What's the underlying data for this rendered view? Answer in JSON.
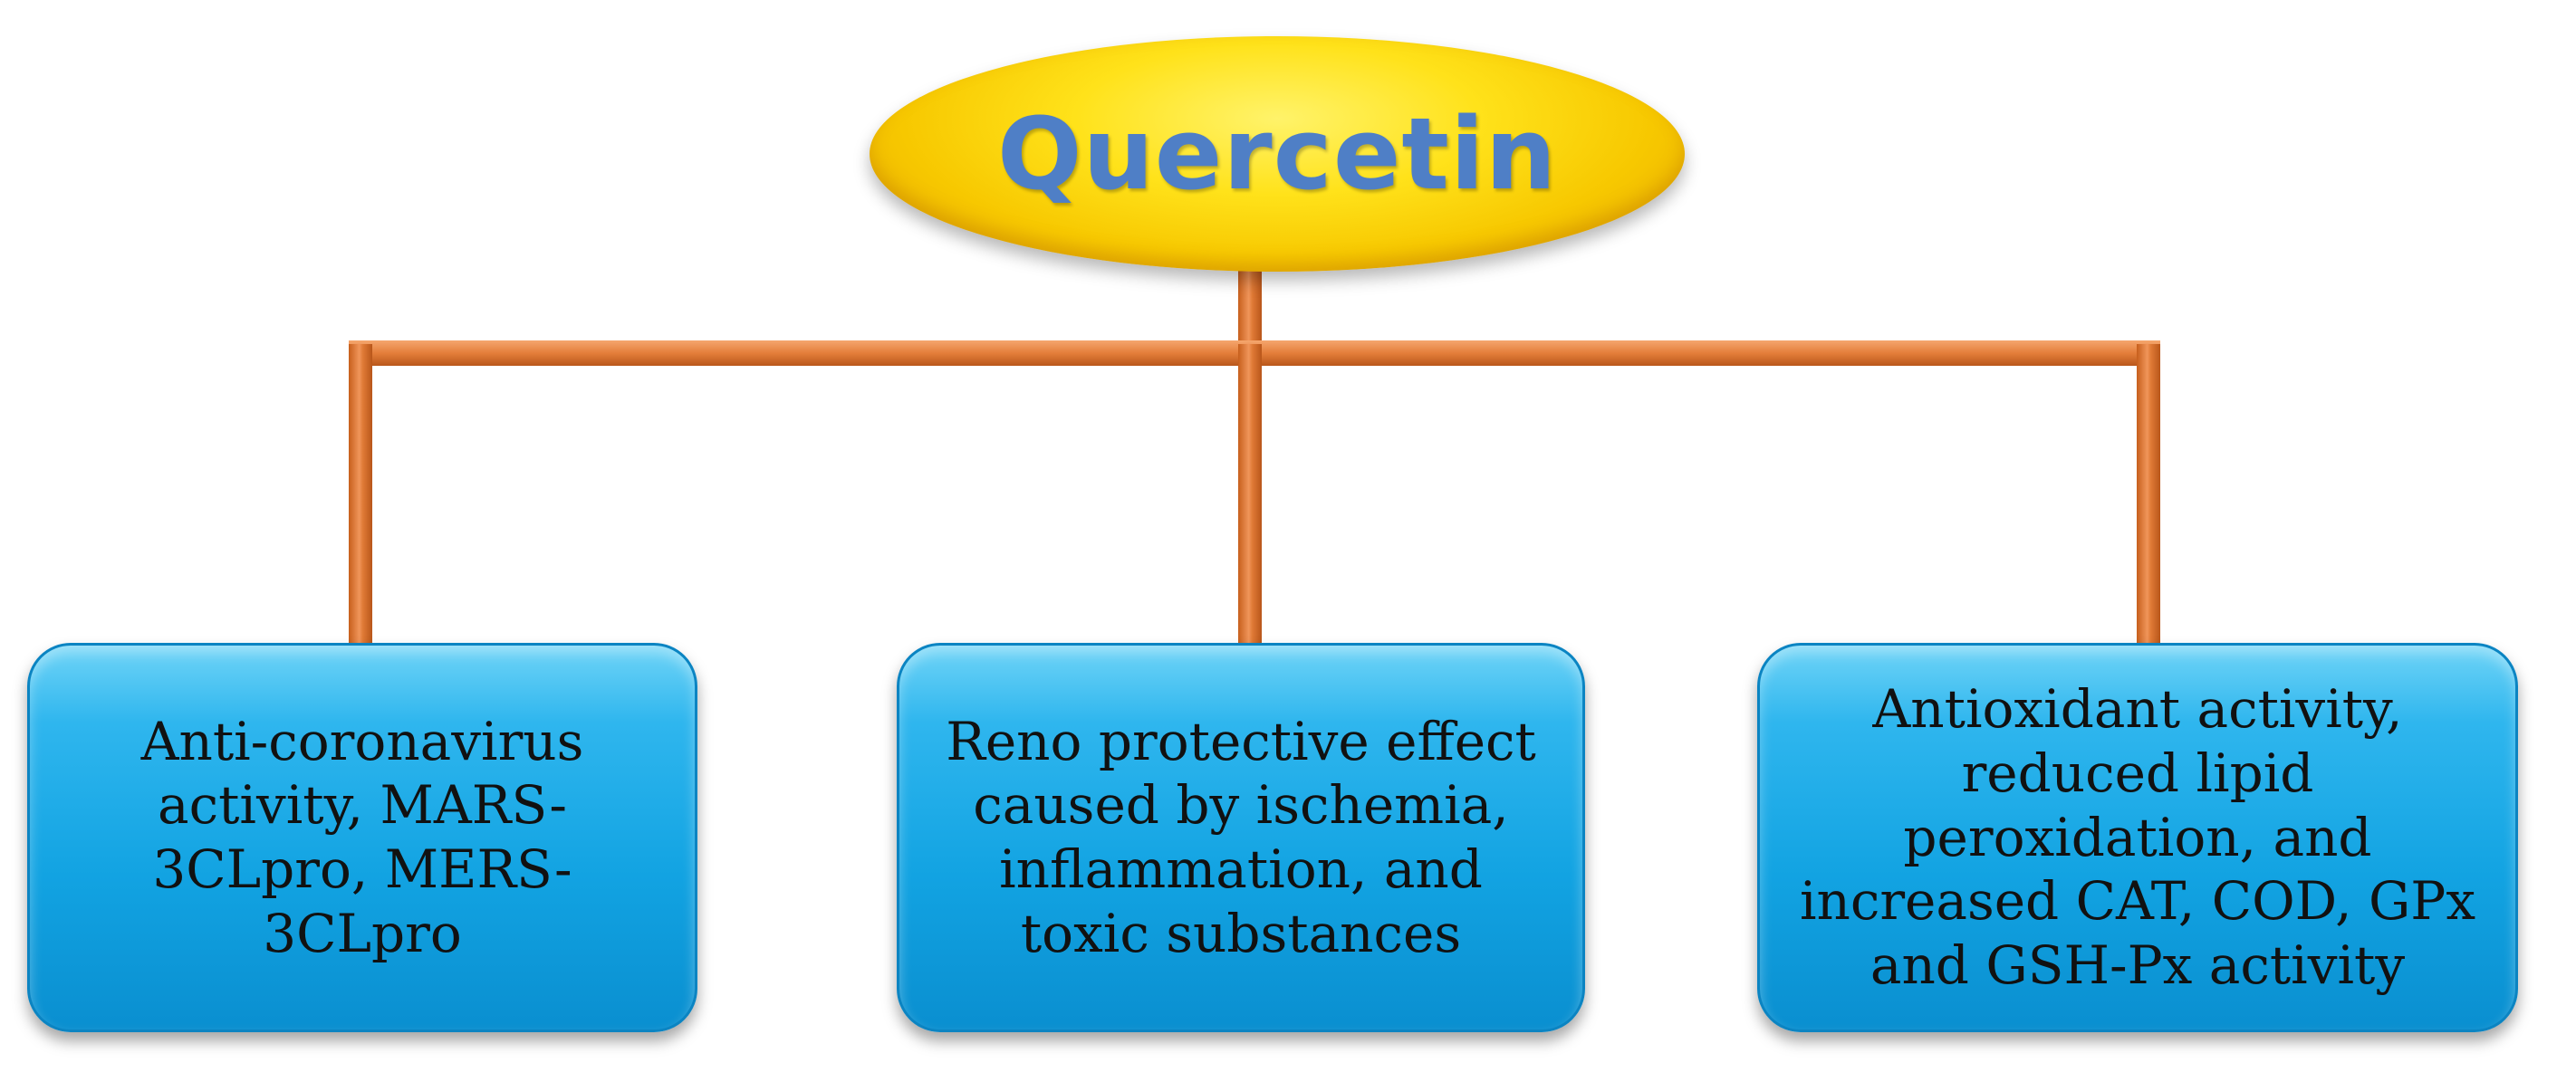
{
  "root": {
    "label": "Quercetin"
  },
  "children": [
    {
      "label": "Anti-coronavirus\nactivity,  MARS-\n3CLpro, MERS-\n3CLpro"
    },
    {
      "label": "Reno protective effect\ncaused by ischemia,\ninflammation,  and\ntoxic substances"
    },
    {
      "label": "Antioxidant activity,\nreduced lipid\nperoxidation,  and\nincreased CAT, COD, GPx\nand GSH-Px activity"
    }
  ],
  "colors": {
    "root_fill": "#ffe21a",
    "root_text": "#4f7fc6",
    "connector": "#e07a36",
    "child_fill": "#12a3e2"
  }
}
